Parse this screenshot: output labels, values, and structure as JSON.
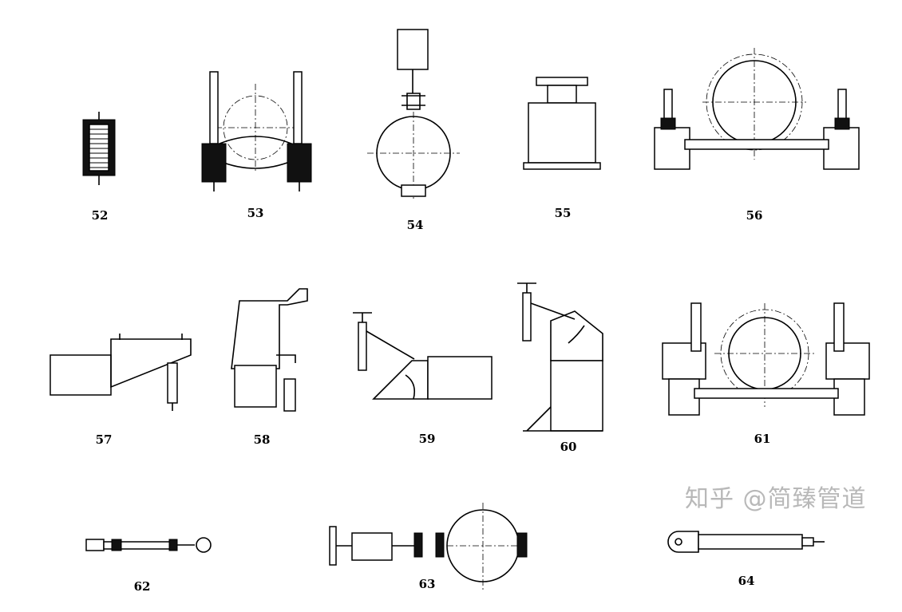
{
  "figures": [
    {
      "number": "52",
      "name": "spring-unit"
    },
    {
      "number": "53",
      "name": "spring-hanger-clamp"
    },
    {
      "number": "54",
      "name": "pipe-clamp-hanger"
    },
    {
      "number": "55",
      "name": "pipe-support-box"
    },
    {
      "number": "56",
      "name": "pipe-saddle-support"
    },
    {
      "number": "57",
      "name": "cantilever-bracket"
    },
    {
      "number": "58",
      "name": "column-bracket"
    },
    {
      "number": "59",
      "name": "angled-bracket-left"
    },
    {
      "number": "60",
      "name": "angled-bracket-right"
    },
    {
      "number": "61",
      "name": "double-spring-saddle"
    },
    {
      "number": "62",
      "name": "rod-assembly"
    },
    {
      "number": "63",
      "name": "horizontal-clamp-assembly"
    },
    {
      "number": "64",
      "name": "strut-rod"
    }
  ],
  "watermark": "知乎 @简臻管道"
}
